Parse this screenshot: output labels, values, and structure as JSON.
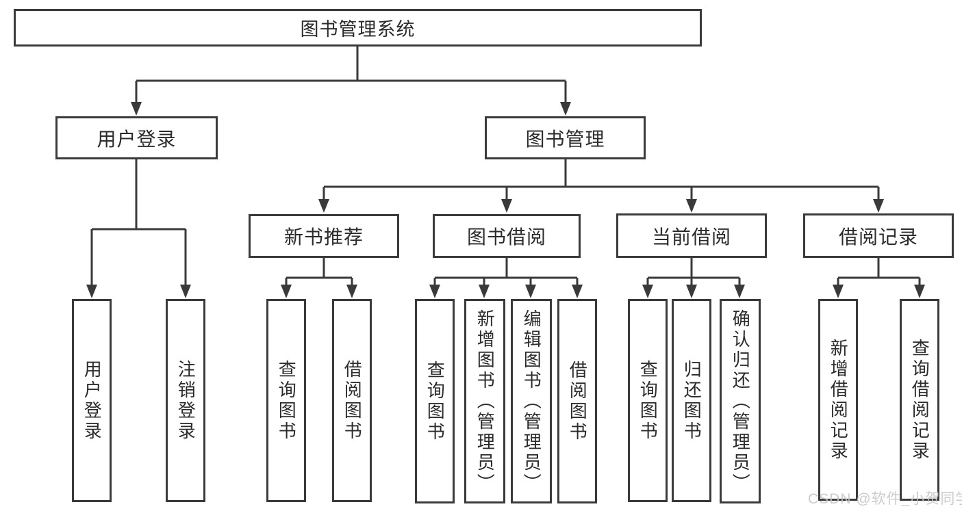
{
  "colors": {
    "line": "#3a3a3a",
    "text": "#2b2b2b",
    "background": "#ffffff",
    "watermark": "#c6c6c6"
  },
  "tree": {
    "label": "图书管理系统",
    "children": [
      {
        "label": "用户登录",
        "children": [
          {
            "label": "用户登录"
          },
          {
            "label": "注销登录"
          }
        ]
      },
      {
        "label": "图书管理",
        "children": [
          {
            "label": "新书推荐",
            "children": [
              {
                "label": "查询图书"
              },
              {
                "label": "借阅图书"
              }
            ]
          },
          {
            "label": "图书借阅",
            "children": [
              {
                "label": "查询图书"
              },
              {
                "label": "新增图书（管理员）"
              },
              {
                "label": "编辑图书（管理员）"
              },
              {
                "label": "借阅图书"
              }
            ]
          },
          {
            "label": "当前借阅",
            "children": [
              {
                "label": "查询图书"
              },
              {
                "label": "归还图书"
              },
              {
                "label": "确认归还（管理员）"
              }
            ]
          },
          {
            "label": "借阅记录",
            "children": [
              {
                "label": "新增借阅记录"
              },
              {
                "label": "查询借阅记录"
              }
            ]
          }
        ]
      }
    ]
  },
  "watermark": {
    "text": "CSDN @软件_小贺同学"
  }
}
